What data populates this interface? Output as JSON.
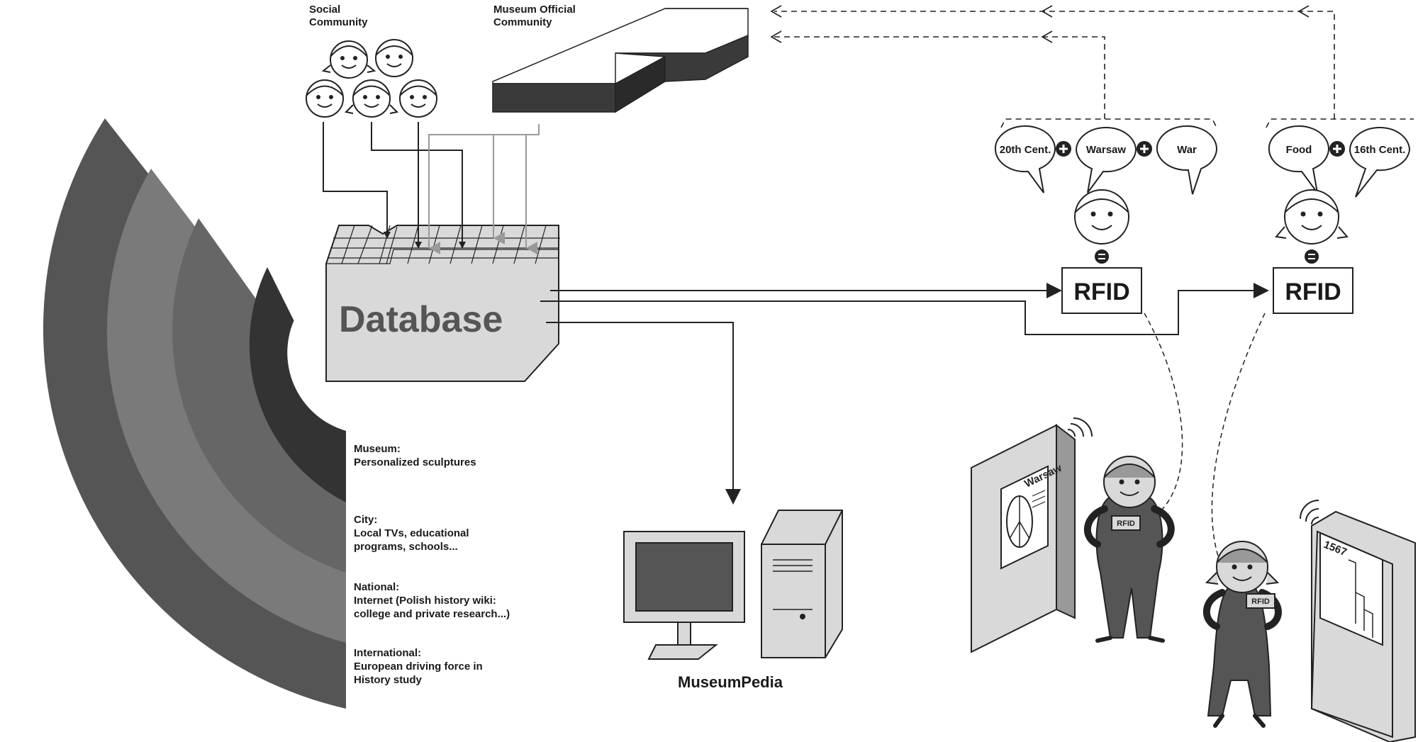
{
  "communities": {
    "social": [
      "Social",
      "Community"
    ],
    "museum": [
      "Museum Official",
      "Community"
    ]
  },
  "database": {
    "label": "Database"
  },
  "museumpedia": {
    "label": "MuseumPedia"
  },
  "rfid": {
    "left": "RFID",
    "right": "RFID"
  },
  "bubbles": {
    "left": [
      "20th Cent.",
      "Warsaw",
      "War"
    ],
    "right": [
      "Food",
      "16th Cent."
    ]
  },
  "badges": [
    "RFID",
    "RFID"
  ],
  "screens": {
    "warsaw": "Warsaw",
    "year": "1567"
  },
  "layers": [
    {
      "title": "Museum:",
      "lines": [
        "Personalized sculptures"
      ]
    },
    {
      "title": "City:",
      "lines": [
        "Local TVs, educational",
        "programs, schools..."
      ]
    },
    {
      "title": "National:",
      "lines": [
        "Internet (Polish history wiki:",
        "college and private research...)"
      ]
    },
    {
      "title": "International:",
      "lines": [
        "European driving force in",
        "History study"
      ]
    }
  ],
  "colors": {
    "ring_outer": "#555555",
    "ring_2": "#777777",
    "ring_3": "#6a6a6a",
    "ring_inner": "#333333",
    "database_fill": "#d9d9d9",
    "figure_body": "#555555"
  }
}
